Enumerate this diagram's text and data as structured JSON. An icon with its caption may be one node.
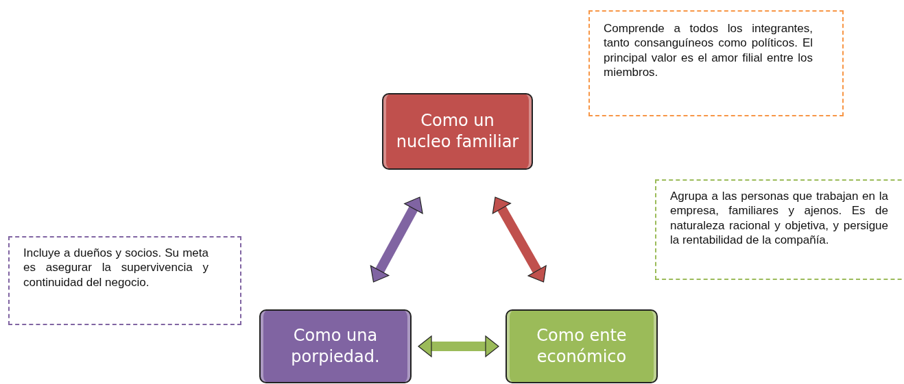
{
  "diagram": {
    "nodes": [
      {
        "text": [
          "Como un nucleo familiar"
        ]
      },
      {
        "text": [
          "Como una porpiedad."
        ]
      },
      {
        "text": [
          "Como ente económico"
        ]
      },
      {
        "text": [
          "Comprende a todos los integrantes, tanto consanguíneos como políticos. El principal valor es el amor filial entre los miembros."
        ]
      },
      {
        "text": [
          "Agrupa a las personas que trabajan en la empresa, familiares y ajenos. Es de naturaleza racional y objetiva, y persigue la rentabilidad de la compañía."
        ]
      },
      {
        "text": [
          "Incluye a dueños y socios. Su meta es asegurar la supervivencia y continuidad del negocio."
        ]
      }
    ],
    "edges": [
      {
        "from": 0,
        "to": 1,
        "arrow": "both",
        "color": "#8064a2"
      },
      {
        "from": 0,
        "to": 2,
        "arrow": "both",
        "color": "#c0504d"
      },
      {
        "from": 1,
        "to": 2,
        "arrow": "both",
        "color": "#9bbb59"
      }
    ]
  }
}
